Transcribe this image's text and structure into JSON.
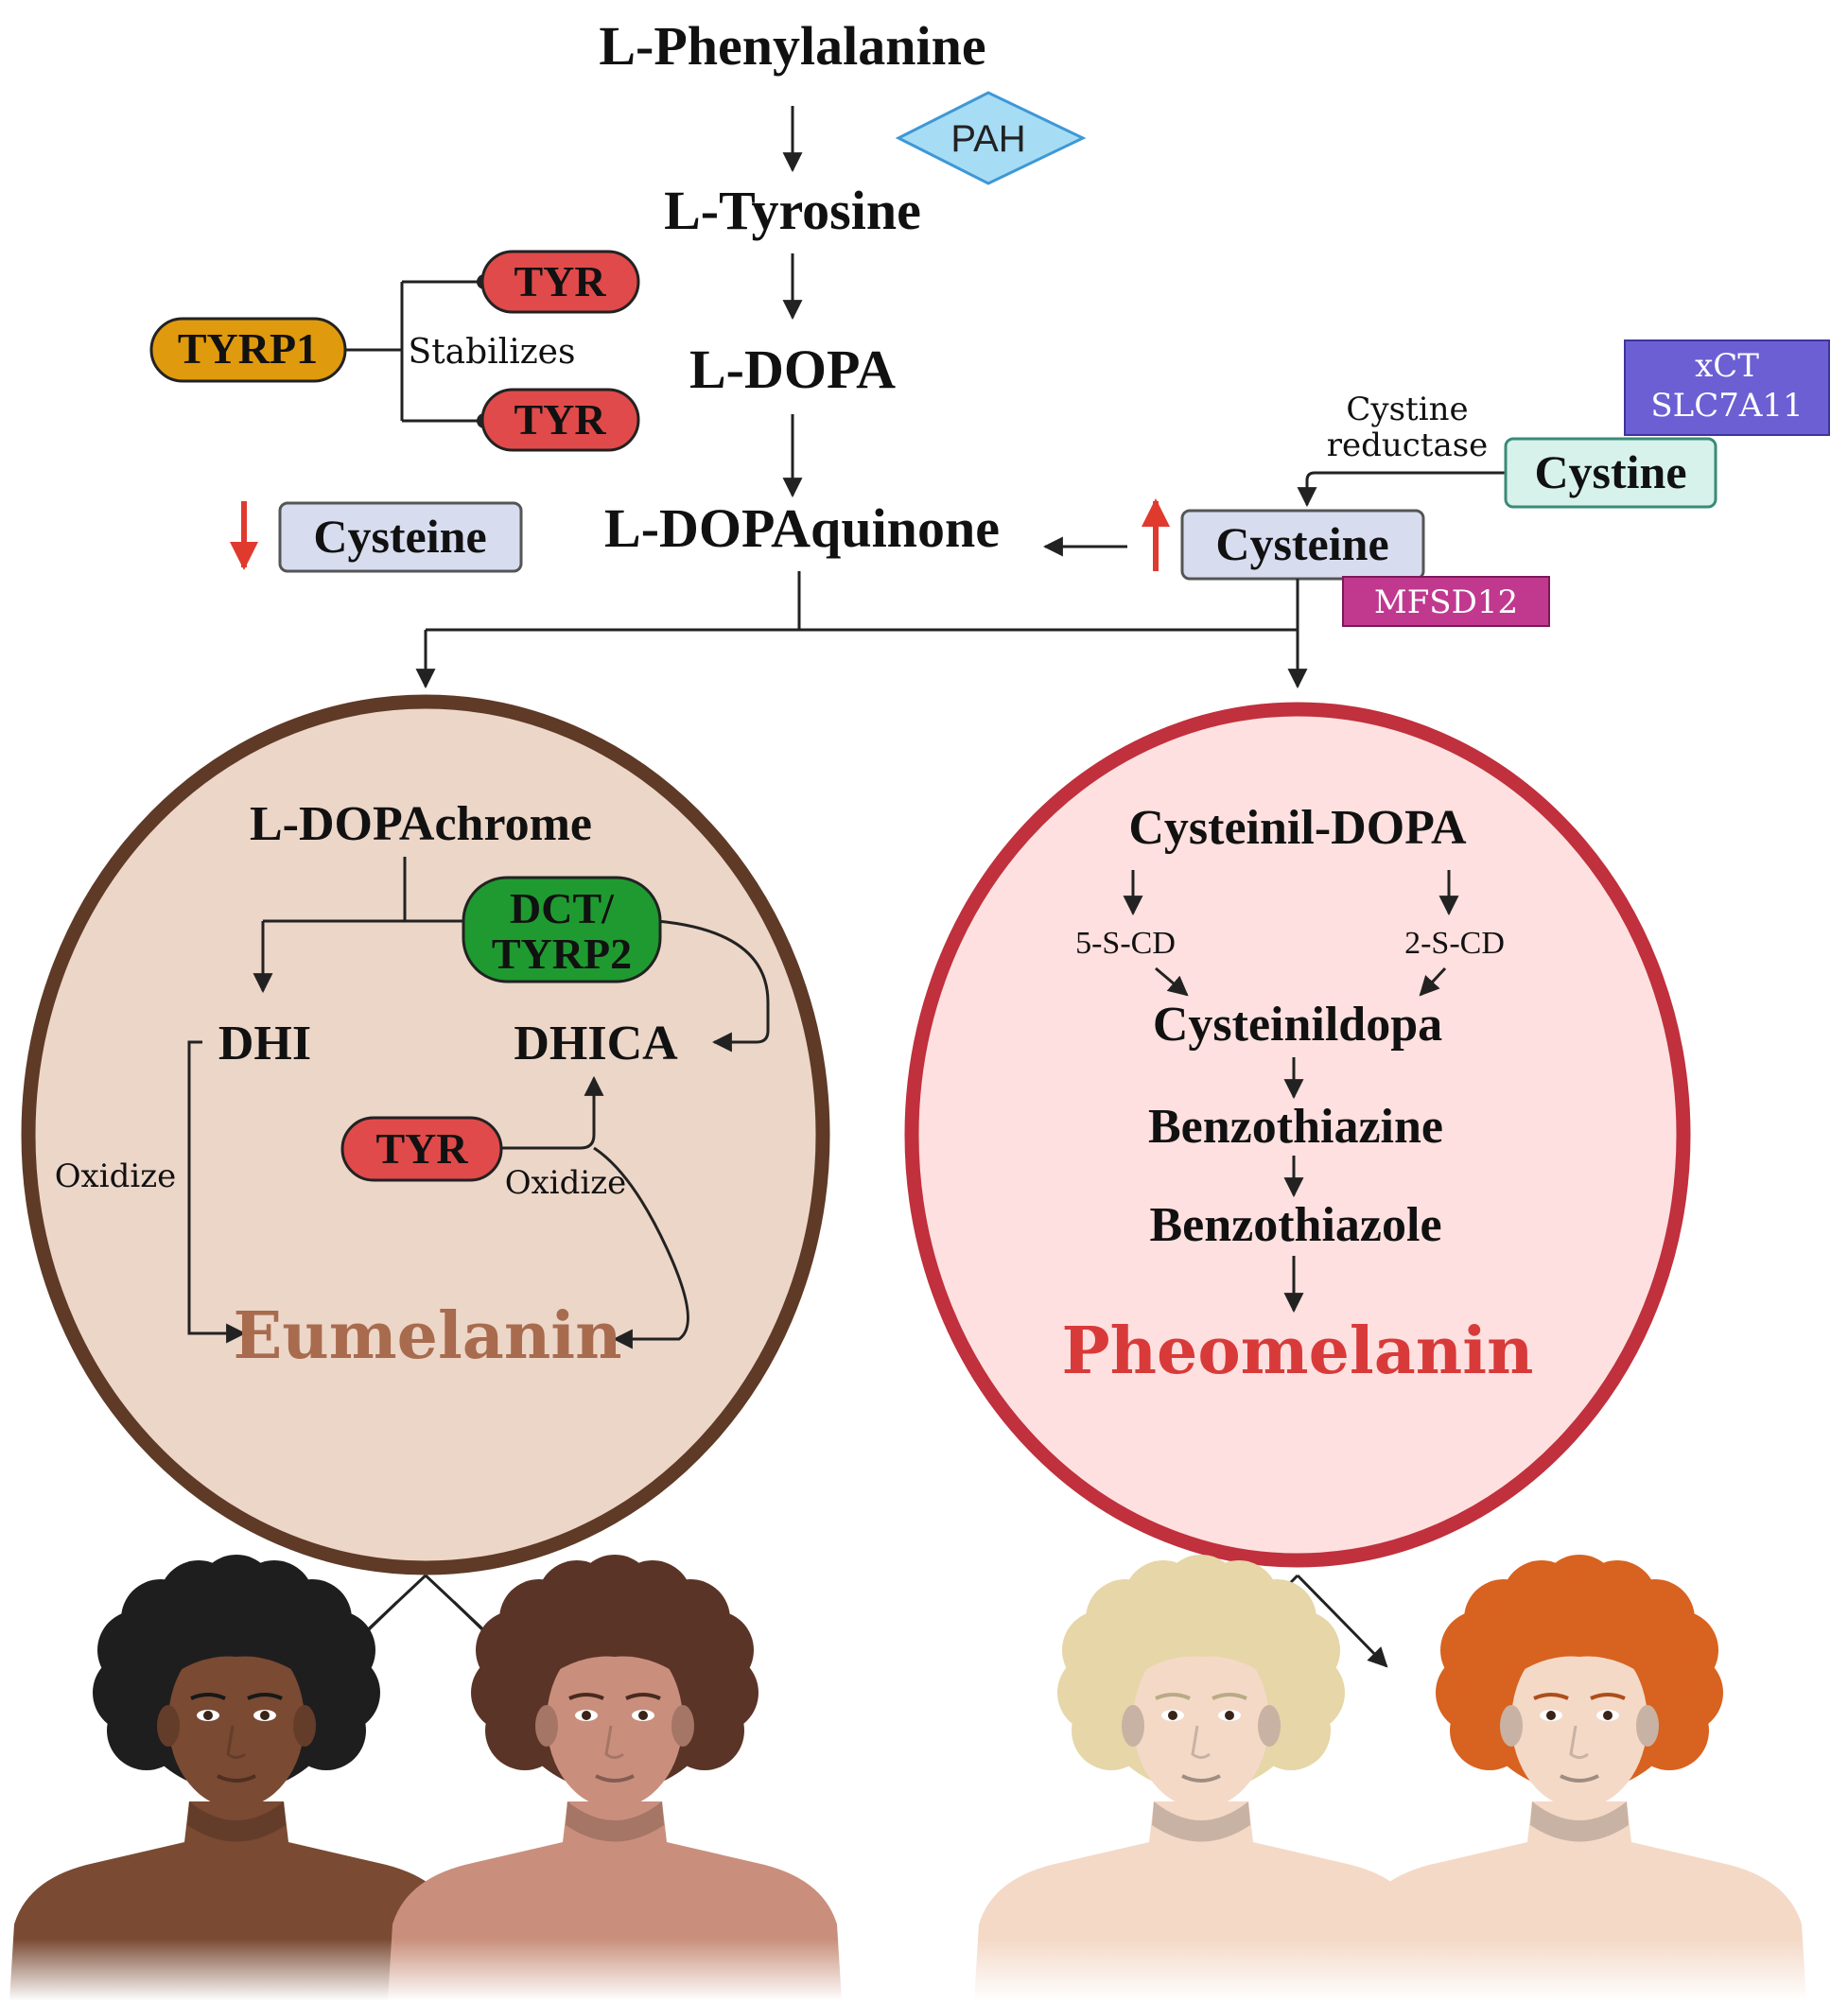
{
  "top_pathway": {
    "phenylalanine": "L-Phenylalanine",
    "pah": "PAH",
    "tyrosine": "L-Tyrosine",
    "dopa": "L-DOPA",
    "dopaquinone": "L-DOPAquinone"
  },
  "tyrp1_group": {
    "tyrp1": "TYRP1",
    "stabilizes": "Stabilizes",
    "tyr_top": "TYR",
    "tyr_bottom": "TYR"
  },
  "left_cysteine": "Cysteine",
  "right_cysteine": "Cysteine",
  "cystine": "Cystine",
  "cystine_reductase_line1": "Cystine",
  "cystine_reductase_line2": "reductase",
  "xct_line1": "xCT",
  "xct_line2": "SLC7A11",
  "mfsd12": "MFSD12",
  "eumelanin_panel": {
    "dopachrome": "L-DOPAchrome",
    "dct_line1": "DCT/",
    "dct_line2": "TYRP2",
    "dhi": "DHI",
    "dhica": "DHICA",
    "tyr": "TYR",
    "oxidize_left": "Oxidize",
    "oxidize_right": "Oxidize",
    "product": "Eumelanin"
  },
  "pheomelanin_panel": {
    "cysteinyl_dopa": "Cysteinil-DOPA",
    "s5cd": "5-S-CD",
    "s2cd": "2-S-CD",
    "cysteinildopa": "Cysteinildopa",
    "benzothiazine": "Benzothiazine",
    "benzothiazole": "Benzothiazole",
    "product": "Pheomelanin"
  },
  "colors": {
    "eumelanin_fill": "#ecd6c8",
    "eumelanin_border": "#5e3a27",
    "pheomelanin_fill": "#fde0df",
    "pheomelanin_border": "#c0303d",
    "eumelanin_text": "#a86b4e",
    "pheomelanin_text": "#d83a3a",
    "tyr": "#e04a4a",
    "tyrp1": "#e09a0e",
    "dct": "#1f9a30",
    "pah": "#a7dcf5",
    "cysteine_box": "#d8dcef",
    "cystine_box": "#d6f2ea",
    "xct": "#6b5fd3",
    "mfsd12": "#c0398f"
  },
  "portraits": [
    {
      "skin": "#7a4a33",
      "hair": "#1e1e1e"
    },
    {
      "skin": "#c98f7c",
      "hair": "#5a3427"
    },
    {
      "skin": "#f4d9c7",
      "hair": "#e6d6a8"
    },
    {
      "skin": "#f4d9c7",
      "hair": "#d8621f"
    }
  ]
}
